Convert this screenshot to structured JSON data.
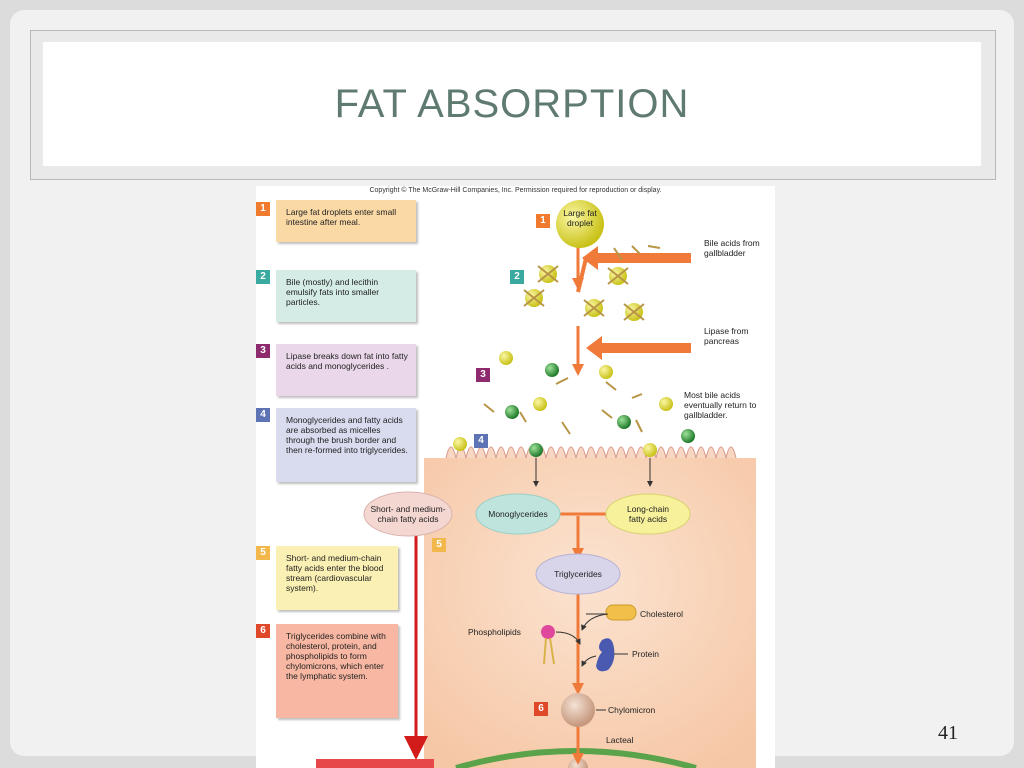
{
  "slide": {
    "title": "FAT ABSORPTION",
    "page_number": "41"
  },
  "figure": {
    "copyright": "Copyright © The McGraw-Hill Companies, Inc. Permission required for reproduction or display.",
    "steps": [
      {
        "num": "1",
        "text": "Large fat droplets enter small intestine after meal."
      },
      {
        "num": "2",
        "text": "Bile (mostly) and lecithin emulsify fats into smaller particles."
      },
      {
        "num": "3",
        "text": "Lipase breaks down fat into fatty acids and monoglycerides ."
      },
      {
        "num": "4",
        "text": "Monoglycerides and fatty acids are absorbed as micelles through the brush border and then re-formed into triglycerides."
      },
      {
        "num": "5",
        "text": "Short- and medium-chain fatty acids enter the blood stream (cardiovascular system)."
      },
      {
        "num": "6",
        "text": "Triglycerides combine with cholesterol, protein, and phospholipids to form chylomicrons, which enter the lymphatic system."
      }
    ],
    "labels": {
      "large_fat_droplet": "Large fat droplet",
      "bile_acids": "Bile acids from gallbladder",
      "lipase": "Lipase from pancreas",
      "most_bile_acids": "Most bile acids eventually return to gallbladder.",
      "short_medium": "Short- and medium-chain fatty acids",
      "monoglycerides": "Monoglycerides",
      "long_chain": "Long-chain fatty acids",
      "triglycerides": "Triglycerides",
      "cholesterol": "Cholesterol",
      "phospholipids": "Phospholipids",
      "protein": "Protein",
      "chylomicron": "Chylomicron",
      "lacteal": "Lacteal"
    }
  }
}
